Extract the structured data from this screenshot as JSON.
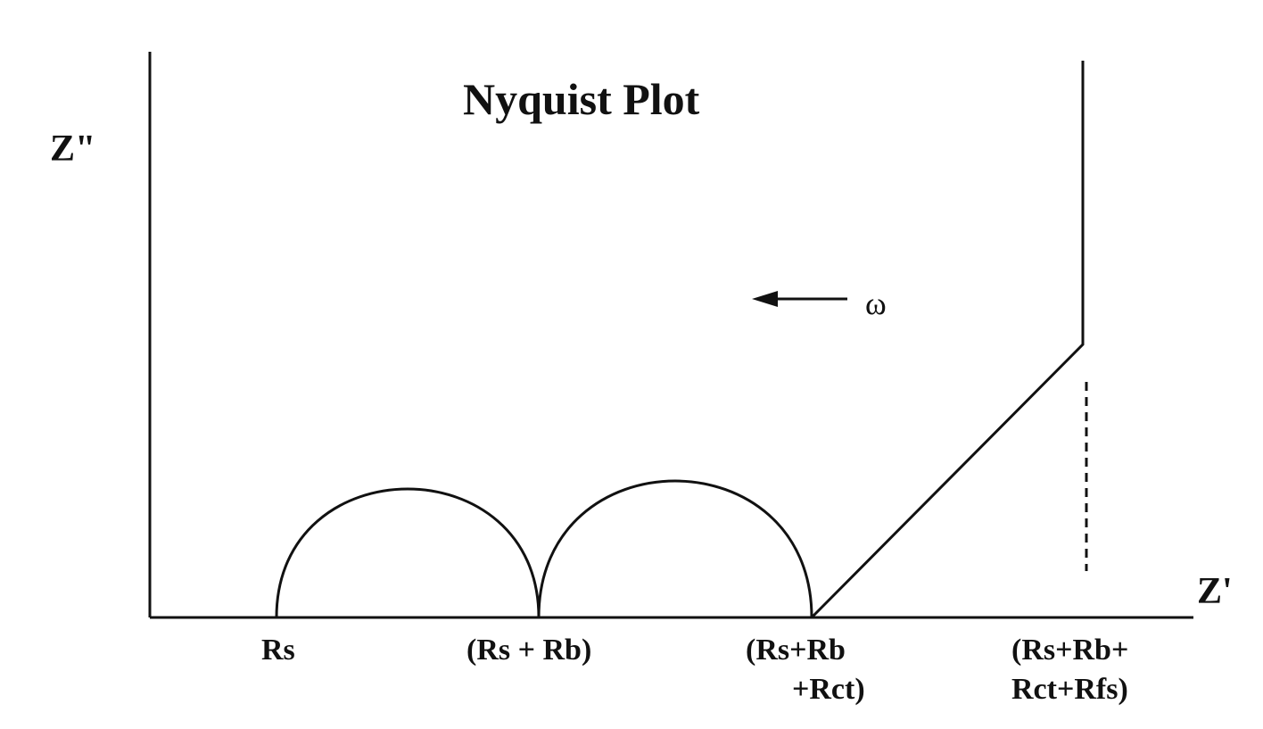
{
  "title": "Nyquist Plot",
  "axes": {
    "y_label": "Z\"",
    "x_label": "Z'"
  },
  "frequency_arrow": {
    "label": "ω",
    "direction": "left"
  },
  "ticks": {
    "rs": "Rs",
    "rs_rb": "(Rs + Rb)",
    "rs_rb_rct_line1": "(Rs+Rb",
    "rs_rb_rct_line2": "+Rct)",
    "rs_rb_rct_rfs_line1": "(Rs+Rb+",
    "rs_rb_rct_rfs_line2": "Rct+Rfs)"
  },
  "colors": {
    "ink": "#111111",
    "background": "#ffffff"
  }
}
